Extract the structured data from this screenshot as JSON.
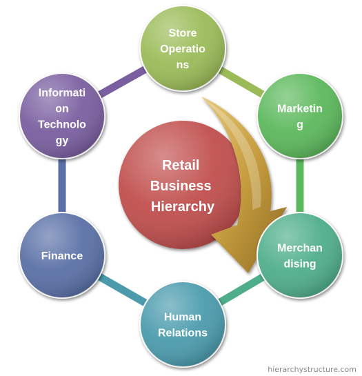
{
  "diagram": {
    "center": {
      "lines": [
        "Retail",
        "Business",
        "Hierarchy"
      ],
      "color": "#c0504d"
    },
    "nodes": [
      {
        "lines": [
          "Store",
          "Operatio",
          "ns"
        ],
        "color": "#9bbb59"
      },
      {
        "lines": [
          "Marketin",
          "g"
        ],
        "color": "#5cb85c"
      },
      {
        "lines": [
          "Merchan",
          "dising"
        ],
        "color": "#4fae8a"
      },
      {
        "lines": [
          "Human",
          "Relations"
        ],
        "color": "#4b9bad"
      },
      {
        "lines": [
          "Finance"
        ],
        "color": "#5a6fa6"
      },
      {
        "lines": [
          "Informati",
          "on",
          "Technolo",
          "gy"
        ],
        "color": "#7a5fa0"
      }
    ],
    "arrow_color": "#c7a24a"
  },
  "watermark": "hierarchystructure.com"
}
